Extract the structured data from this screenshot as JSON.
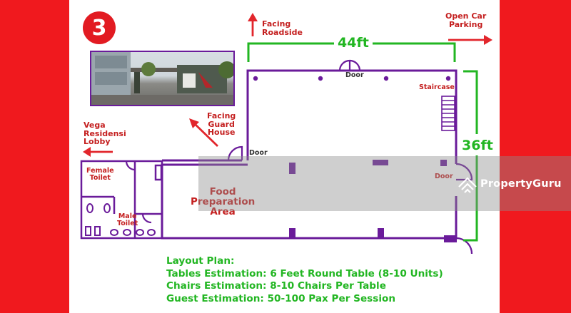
{
  "section_number": "3",
  "labels": {
    "facing_roadside": "Facing\nRoadside",
    "open_car_parking": "Open Car\nParking",
    "facing_guard_house": "Facing\nGuard\nHouse",
    "vega_lobby": "Vega\nResidensi\nLobby",
    "door_top": "Door",
    "door_left": "Door",
    "door_right": "Door",
    "staircase": "Staircase",
    "female_toilet": "Female\nToilet",
    "male_toilet": "Male\nToilet",
    "food_prep": "Food\nPreparation\nArea"
  },
  "dimensions": {
    "width": "44ft",
    "depth": "36ft"
  },
  "layout_plan": {
    "title": "Layout Plan:",
    "lines": [
      "Tables Estimation: 6 Feet Round Table (8-10 Units)",
      "Chairs Estimation: 8-10 Chairs Per Table",
      "Guest Estimation: 50-100 Pax Per Session"
    ]
  },
  "watermark": "PropertyGuru",
  "colors": {
    "background": "#f0191e",
    "wall": "#6a1b9a",
    "dimension": "#22b622",
    "label": "#c41f1f"
  }
}
